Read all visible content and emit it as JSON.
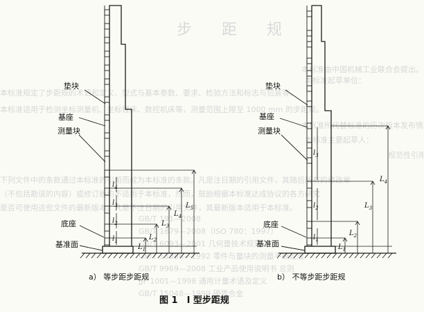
{
  "figure": {
    "panel_a": {
      "labels": {
        "pad_block": "垫块",
        "base": "基座",
        "gauge_block": "测量块",
        "bottom_base": "底座",
        "datum": "基准面"
      },
      "dims": [
        "l",
        "l",
        "l",
        "l",
        "L",
        "L",
        "L",
        "L",
        "L"
      ],
      "dim_subs": [
        "1",
        "2",
        "3",
        "4",
        "1",
        "2",
        "3",
        "4",
        "5"
      ],
      "caption": "a） 等步距步距规"
    },
    "panel_b": {
      "labels": {
        "pad_block": "垫块",
        "base": "基座",
        "gauge_block": "测量块",
        "bottom_base": "底座",
        "datum": "基准面"
      },
      "dims": [
        "l",
        "l",
        "l",
        "L",
        "L",
        "L",
        "L"
      ],
      "dim_subs": [
        "1",
        "2",
        "3",
        "1",
        "2",
        "3",
        "4"
      ],
      "caption": "b） 不等步距步距规"
    },
    "title": "图 1　I 型步距规"
  },
  "background_text": {
    "heading": "步 距 规",
    "lines": [
      "本标准由中国机械工业联合会提出。",
      "本标准规定了步距规的术语和定义、型式与基本参数、要求、检验方法和标志与包装等。",
      "本标准适用于检测坐标测量机、坐标镗床、数控机床等，测量范围上限至 1000 mm 的步距规。",
      "本标准所代替标准的历次版本发布情况为：",
      "规范性引用文件",
      "下列文件中的条款通过本标准的引用而成为本标准的条款。凡是注日期的引用文件，其随后所有的修改单",
      "（不包括勘误的内容）或修订版均不适用于本标准，然而，鼓励根据本标准达成协议的各方研究",
      "是否可使用这些文件的最新版本。凡是不注日期的引用文件，其最新版本适用于本标准。",
      "GB/T 191—2008",
      "GB/T 1879—2008（ISO 780：1997）",
      "GB/T 6093—2001 几何量技术规范",
      "GB/T 13388—1992 零件与量块的测量不确定度",
      "GB/T 9969—2008 工业产品使用说明书 总则",
      "JJF 1001—1998 通用计量术语及定义",
      "GB/T 15048—1999 硬质合金",
      "本标准起草单位：",
      "本标准主要起草人："
    ]
  }
}
